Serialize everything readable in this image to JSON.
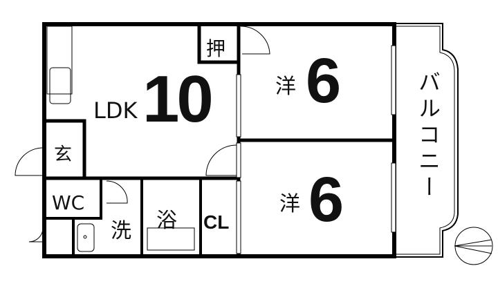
{
  "floorplan": {
    "rooms": {
      "ldk_label": "LDK",
      "ldk_size": "10",
      "closet_oshiire": "押",
      "entrance": "玄",
      "toilet": "WC",
      "washroom": "洗",
      "bath": "浴",
      "closet": "CL",
      "western_1_label": "洋",
      "western_1_size": "6",
      "western_2_label": "洋",
      "western_2_size": "6",
      "balcony": "バルコニー"
    },
    "compass_icon": "north-arrow-compass",
    "colors": {
      "wall": "#000000",
      "background": "#ffffff"
    }
  }
}
